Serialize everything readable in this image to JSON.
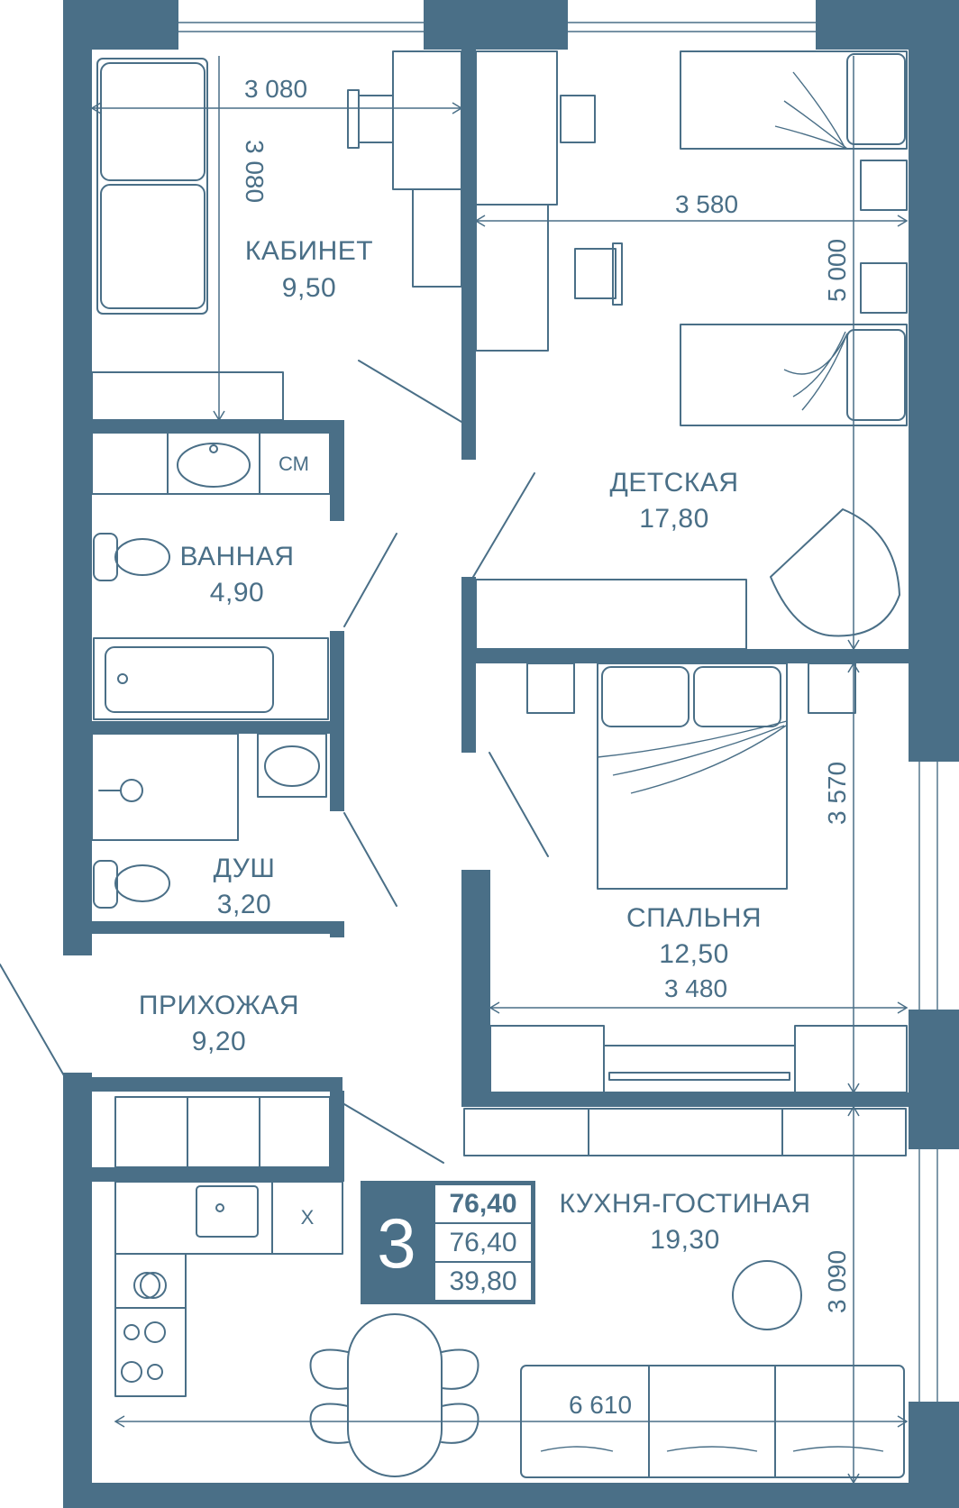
{
  "rooms": {
    "office": {
      "name": "КАБИНЕТ",
      "area": "9,50"
    },
    "kids": {
      "name": "ДЕТСКАЯ",
      "area": "17,80"
    },
    "bath": {
      "name": "ВАННАЯ",
      "area": "4,90"
    },
    "shower": {
      "name": "ДУШ",
      "area": "3,20"
    },
    "bedroom": {
      "name": "СПАЛЬНЯ",
      "area": "12,50"
    },
    "hall": {
      "name": "ПРИХОЖАЯ",
      "area": "9,20"
    },
    "kitchen": {
      "name": "КУХНЯ-ГОСТИНАЯ",
      "area": "19,30"
    }
  },
  "dimensions": {
    "office_width": "3 080",
    "office_height": "3 080",
    "kids_width": "3 580",
    "kids_height": "5 000",
    "bedroom_width": "3 480",
    "bedroom_height": "3 570",
    "kitchen_width": "6 610",
    "kitchen_height": "3 090"
  },
  "appliances": {
    "washer": "СМ",
    "fridge": "Х"
  },
  "summary": {
    "rooms_count": "3",
    "total_area": "76,40",
    "area_2": "76,40",
    "living_area": "39,80"
  }
}
